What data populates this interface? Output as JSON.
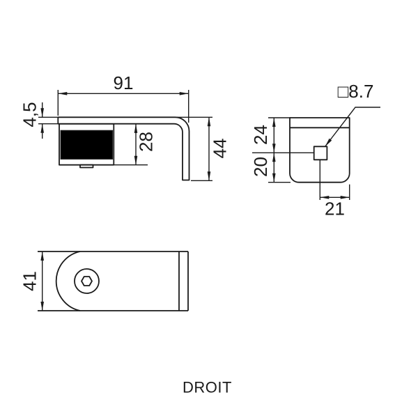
{
  "drawing": {
    "part_label": "DROIT",
    "side_view": {
      "width": "91",
      "plate_thickness": "4,5",
      "insert_height": "28",
      "total_height": "44"
    },
    "front_view": {
      "square_hole": "□8.7",
      "top_to_hole_center": "24",
      "hole_center_to_bottom": "20",
      "hole_center_to_edge": "21"
    },
    "top_view": {
      "width": "41"
    },
    "colors": {
      "line": "#1a1a1a",
      "block_fill": "#000000",
      "background": "#ffffff"
    }
  }
}
